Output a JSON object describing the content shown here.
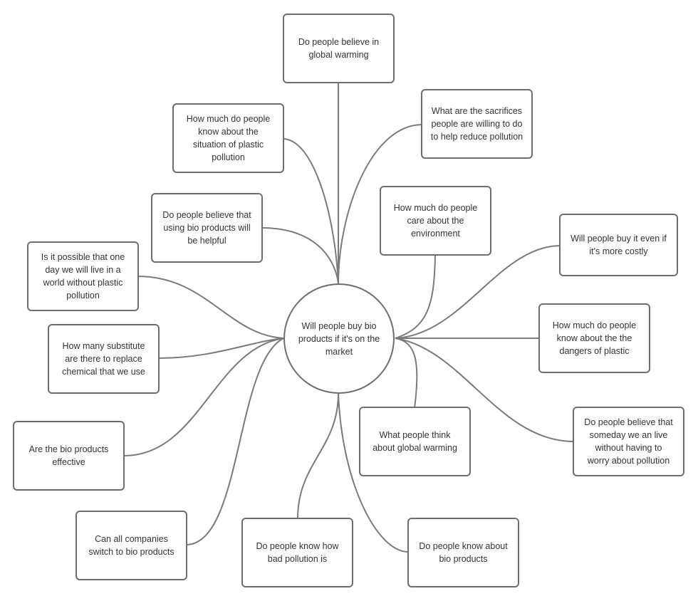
{
  "center": {
    "text": "Will people buy bio products if it's on the market"
  },
  "nodes": {
    "global_warming_belief": "Do people believe in\nglobal warming",
    "sacrifices": "What are the sacrifices\npeople are willing to do\nto help reduce pollution",
    "plastic_knowledge": "How much do people\nknow about the\nsituation of plastic\npollution",
    "environment_care": "How much do people\ncare about the\nenvironment",
    "bio_helpful": "Do people believe that\nusing bio products will\nbe helpful",
    "costly": "Will people buy it even if\nit's more costly",
    "world_without_plastic": "Is it possible that one\nday we will live in a\nworld without plastic\npollution",
    "plastic_dangers": "How much do people\nknow about the the\ndangers of plastic",
    "substitutes": "How many substitute\nare there to replace\nchemical that we use",
    "global_warming_think": "What people think\nabout global warming",
    "someday_without_worry": "Do people believe that\nsomeday we an live\nwithout having to\nworry about pollution",
    "bio_effective": "Are the  bio products\neffective",
    "companies_switch": "Can all companies\nswitch to bio products",
    "bad_pollution": "Do people know how\nbad pollution is",
    "know_bio": "Do people know about\nbio products"
  },
  "colors": {
    "line": "#7a7a7a",
    "border": "#6e6e6e",
    "text": "#333333"
  }
}
